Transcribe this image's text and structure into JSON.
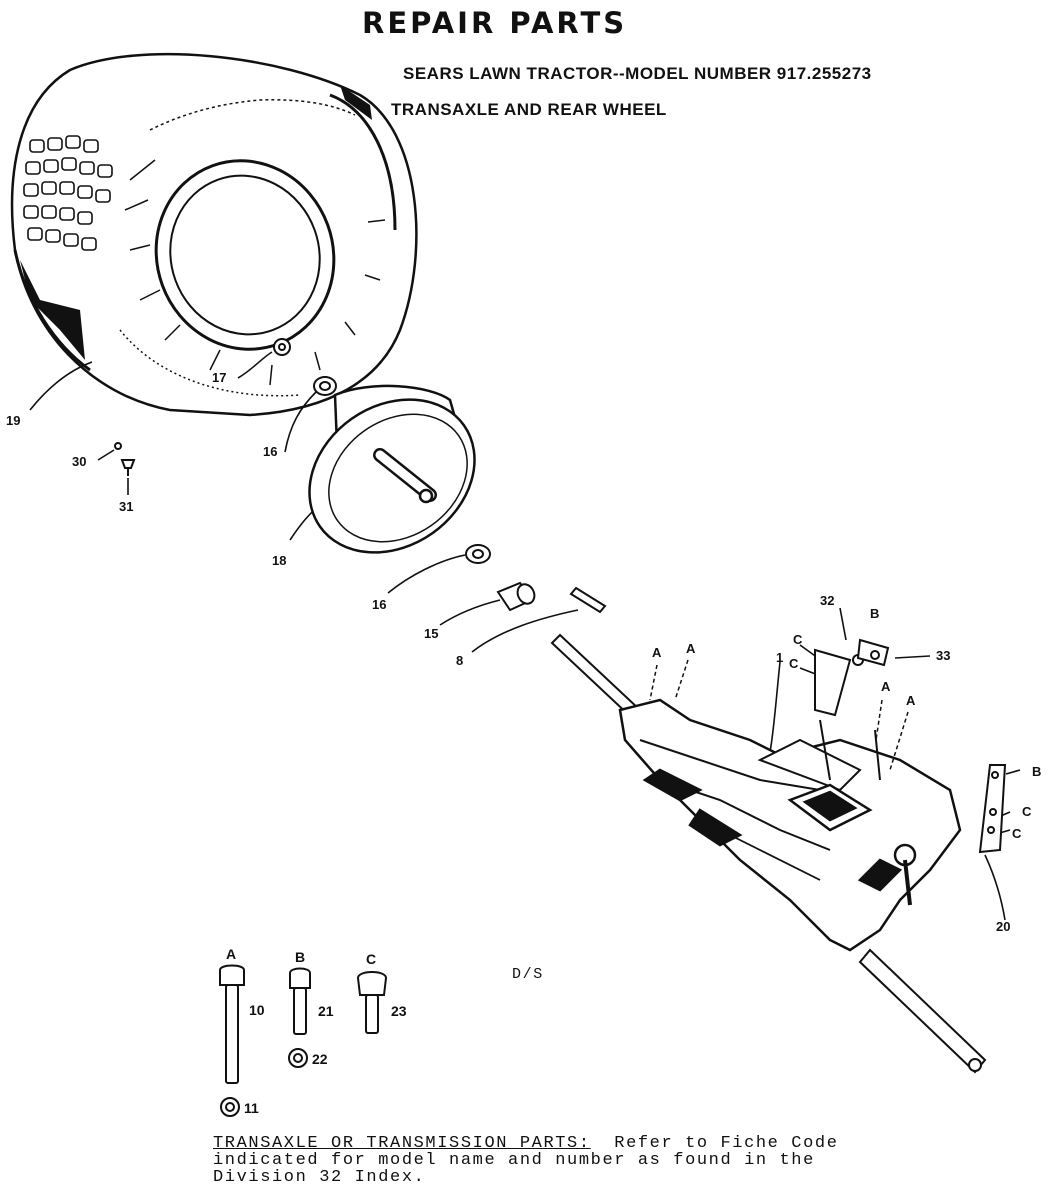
{
  "header": {
    "title": "REPAIR PARTS",
    "model_line": "SEARS LAWN TRACTOR--MODEL NUMBER 917.255273",
    "section": "TRANSAXLE AND REAR WHEEL"
  },
  "callouts": {
    "c19": "19",
    "c17": "17",
    "c16a": "16",
    "c18": "18",
    "c30": "30",
    "c31": "31",
    "c16b": "16",
    "c15": "15",
    "c8": "8",
    "c1": "1",
    "c32": "32",
    "c33": "33",
    "c20": "20",
    "cA1": "A",
    "cA2": "A",
    "cA3": "A",
    "cA4": "A",
    "cB1": "B",
    "cB2": "B",
    "cC1": "C",
    "cC2": "C",
    "cC3": "C",
    "cC4": "C"
  },
  "hardware": {
    "a_letter": "A",
    "a_num": "10",
    "b_letter": "B",
    "b_num": "21",
    "c_letter": "C",
    "c_num": "23",
    "nut22": "22",
    "nut11": "11"
  },
  "code": "D/S",
  "footer": {
    "heading": "TRANSAXLE OR TRANSMISSION PARTS:",
    "line1_rest": "Refer to Fiche Code",
    "line2": "indicated for model name and number as found in the",
    "line3": "Division 32 Index."
  }
}
